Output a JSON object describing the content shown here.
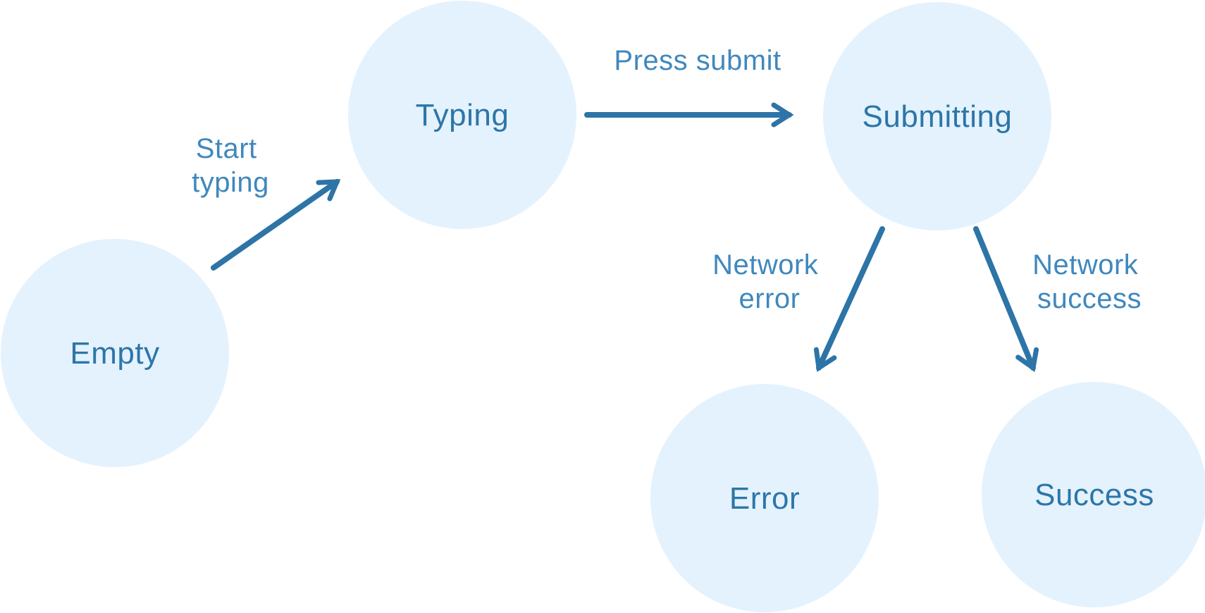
{
  "diagram": {
    "kind": "state-machine",
    "colors": {
      "background": "#ffffff",
      "node_fill": "#e4f2fd",
      "node_text": "#2d76a8",
      "edge_stroke": "#2d74a7",
      "edge_label_text": "#3f88bd"
    },
    "nodes": {
      "empty": {
        "label": "Empty"
      },
      "typing": {
        "label": "Typing"
      },
      "submitting": {
        "label": "Submitting"
      },
      "error": {
        "label": "Error"
      },
      "success": {
        "label": "Success"
      }
    },
    "edges": {
      "start_typing": {
        "from": "empty",
        "to": "typing",
        "line1": "Start",
        "line2": "typing"
      },
      "press_submit": {
        "from": "typing",
        "to": "submitting",
        "line1": "Press submit",
        "line2": ""
      },
      "network_error": {
        "from": "submitting",
        "to": "error",
        "line1": "Network",
        "line2": "error"
      },
      "network_success": {
        "from": "submitting",
        "to": "success",
        "line1": "Network",
        "line2": "success"
      }
    }
  }
}
